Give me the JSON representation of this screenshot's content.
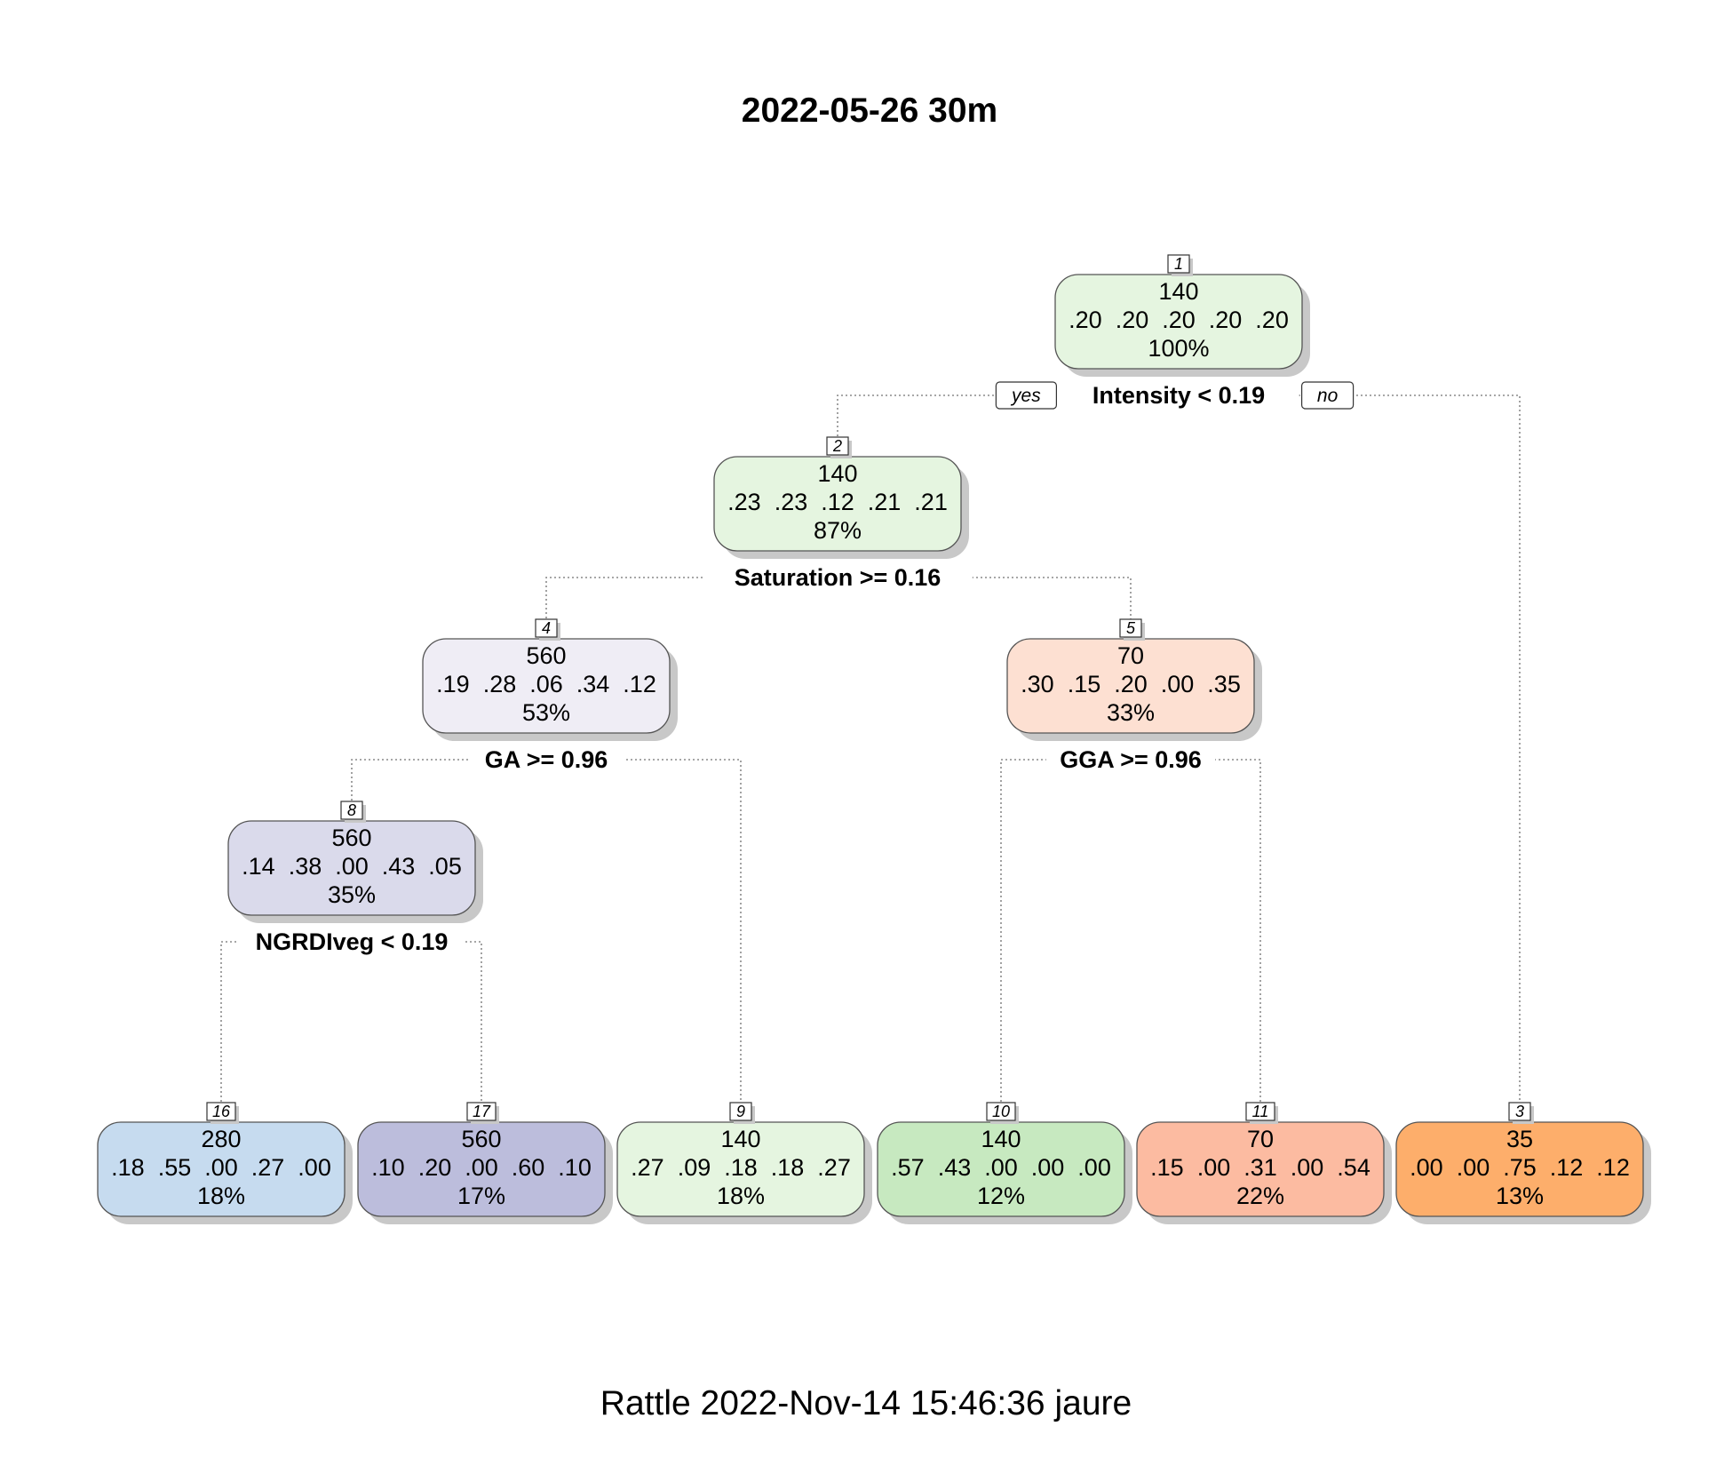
{
  "title": "2022-05-26 30m",
  "footer": "Rattle 2022-Nov-14 15:46:36 jaure",
  "branch_labels": {
    "yes": "yes",
    "no": "no"
  },
  "nodes": [
    {
      "id": "1",
      "n": "140",
      "probs": ".20  .20  .20  .20  .20",
      "pct": "100%",
      "split": "Intensity < 0.19",
      "fill": "#e5f5e0"
    },
    {
      "id": "2",
      "n": "140",
      "probs": ".23  .23  .12  .21  .21",
      "pct": "87%",
      "split": "Saturation >= 0.16",
      "fill": "#e5f5e0"
    },
    {
      "id": "3",
      "n": "35",
      "probs": ".00  .00  .75  .12  .12",
      "pct": "13%",
      "split": "",
      "fill": "#fdae6b"
    },
    {
      "id": "4",
      "n": "560",
      "probs": ".19  .28  .06  .34  .12",
      "pct": "53%",
      "split": "GA >= 0.96",
      "fill": "#efedf5"
    },
    {
      "id": "5",
      "n": "70",
      "probs": ".30  .15  .20  .00  .35",
      "pct": "33%",
      "split": "GGA >= 0.96",
      "fill": "#fde0d2"
    },
    {
      "id": "8",
      "n": "560",
      "probs": ".14  .38  .00  .43  .05",
      "pct": "35%",
      "split": "NGRDIveg < 0.19",
      "fill": "#dadaeb"
    },
    {
      "id": "9",
      "n": "140",
      "probs": ".27  .09  .18  .18  .27",
      "pct": "18%",
      "split": "",
      "fill": "#e5f5e0"
    },
    {
      "id": "10",
      "n": "140",
      "probs": ".57  .43  .00  .00  .00",
      "pct": "12%",
      "split": "",
      "fill": "#c7e9c0"
    },
    {
      "id": "11",
      "n": "70",
      "probs": ".15  .00  .31  .00  .54",
      "pct": "22%",
      "split": "",
      "fill": "#fcbba1"
    },
    {
      "id": "16",
      "n": "280",
      "probs": ".18  .55  .00  .27  .00",
      "pct": "18%",
      "split": "",
      "fill": "#c6dbef"
    },
    {
      "id": "17",
      "n": "560",
      "probs": ".10  .20  .00  .60  .10",
      "pct": "17%",
      "split": "",
      "fill": "#bcbddc"
    }
  ]
}
